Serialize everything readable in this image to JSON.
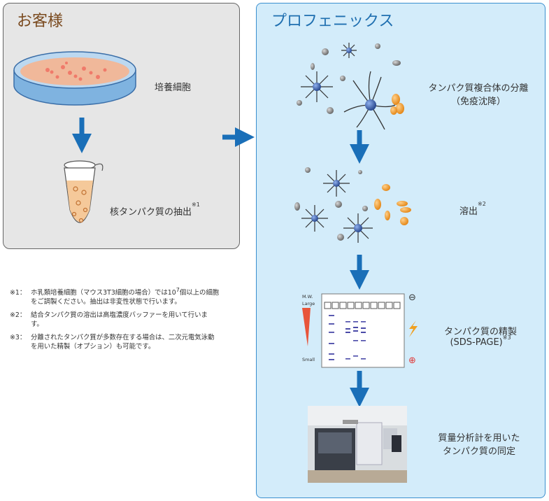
{
  "customer": {
    "title": "お客様",
    "cells_label": "培養細胞",
    "extract_label": "核タンパク質の抽出",
    "extract_note_ref": "※1"
  },
  "profenix": {
    "title": "プロフェニックス",
    "step1_label": "タンパク質複合体の分離",
    "step1_sub": "（免疫沈降）",
    "step2_label": "溶出",
    "step2_note_ref": "※2",
    "step3_label": "タンパク質の精製",
    "step3_sub": "(SDS-PAGE)",
    "step3_note_ref": "※3",
    "step4_line1": "質量分析計を用いた",
    "step4_line2": "タンパク質の同定"
  },
  "gel": {
    "mw_label": "M.W.",
    "large_label": "Large",
    "small_label": "Small",
    "minus_symbol": "⊖",
    "plus_symbol": "⊕"
  },
  "notes": [
    {
      "mark": "※1：",
      "text": "ホ乳類培養細胞（マウス3T3細胞の場合）では10",
      "sup": "7",
      "text_after": "個以上の細胞をご調製ください。抽出は非変性状態で行います。"
    },
    {
      "mark": "※2：",
      "text": "結合タンパク質の溶出は高塩濃度バッファーを用いて行います。"
    },
    {
      "mark": "※3：",
      "text": "分離されたタンパク質が多数存在する場合は、二次元電気泳動を用いた精製（オプション）も可能です。"
    }
  ],
  "colors": {
    "arrow": "#1a6fb8",
    "protein_core": "#3b5ea8",
    "bead_gray": "#8a8a8a",
    "bead_orange": "#f0a030",
    "gel_band": "#4a4aa8"
  }
}
